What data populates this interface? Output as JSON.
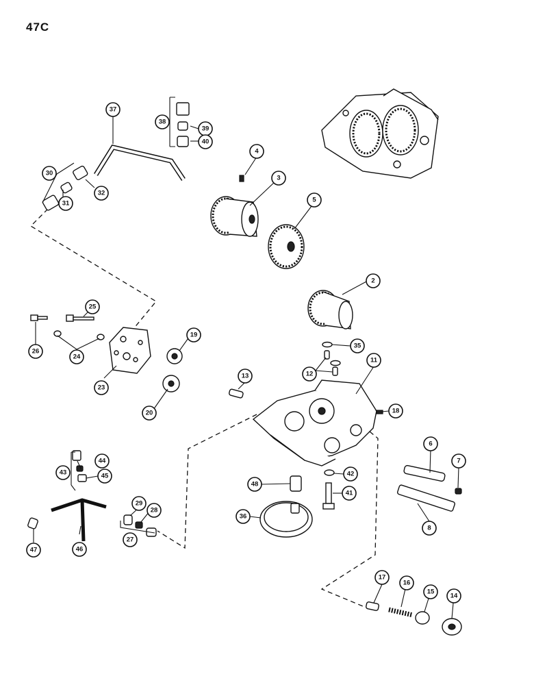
{
  "page": {
    "label": "47C"
  },
  "callouts": {
    "n2": "2",
    "n3": "3",
    "n4": "4",
    "n5": "5",
    "n6": "6",
    "n7": "7",
    "n8": "8",
    "n11": "11",
    "n12": "12",
    "n13": "13",
    "n14": "14",
    "n15": "15",
    "n16": "16",
    "n17": "17",
    "n18": "18",
    "n19": "19",
    "n20": "20",
    "n23": "23",
    "n24": "24",
    "n25": "25",
    "n26": "26",
    "n27": "27",
    "n28": "28",
    "n29": "29",
    "n30": "30",
    "n31": "31",
    "n32": "32",
    "n35": "35",
    "n36": "36",
    "n37": "37",
    "n38": "38",
    "n39": "39",
    "n40": "40",
    "n41": "41",
    "n42": "42",
    "n43": "43",
    "n44": "44",
    "n45": "45",
    "n46": "46",
    "n47": "47",
    "n48": "48"
  }
}
